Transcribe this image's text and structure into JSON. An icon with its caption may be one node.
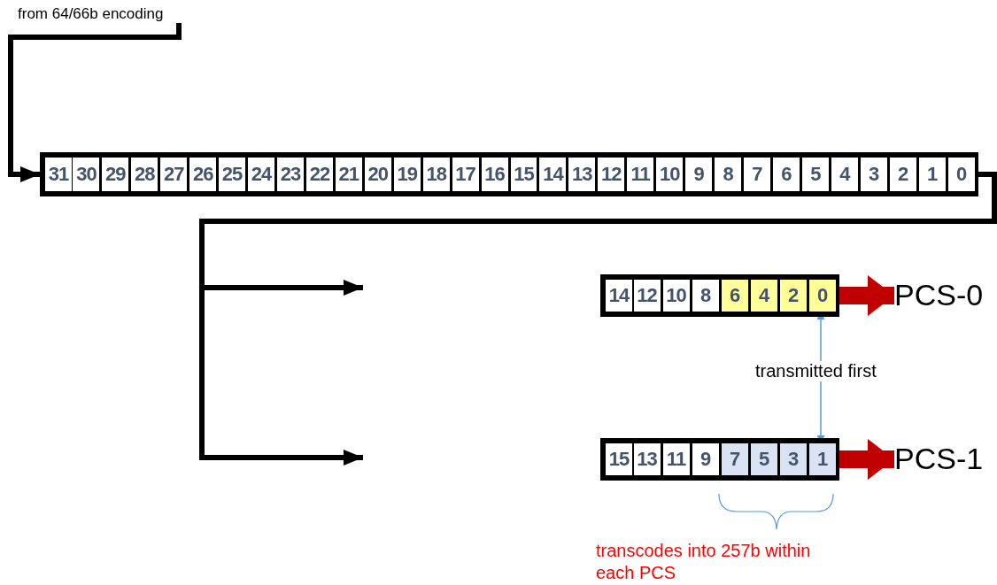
{
  "diagram": {
    "nodes": [
      {
        "text": [
          "from 64/66b encoding"
        ]
      },
      {
        "text": [],
        "shape": "bar"
      },
      {
        "text": [
          "31"
        ],
        "in": 1
      },
      {
        "text": [
          "30"
        ],
        "in": 1
      },
      {
        "text": [
          "29"
        ],
        "in": 1
      },
      {
        "text": [
          "28"
        ],
        "in": 1
      },
      {
        "text": [
          "27"
        ],
        "in": 1
      },
      {
        "text": [
          "26"
        ],
        "in": 1
      },
      {
        "text": [
          "25"
        ],
        "in": 1
      },
      {
        "text": [
          "24"
        ],
        "in": 1
      },
      {
        "text": [
          "23"
        ],
        "in": 1
      },
      {
        "text": [
          "22"
        ],
        "in": 1
      },
      {
        "text": [
          "21"
        ],
        "in": 1
      },
      {
        "text": [
          "20"
        ],
        "in": 1
      },
      {
        "text": [
          "19"
        ],
        "in": 1
      },
      {
        "text": [
          "18"
        ],
        "in": 1
      },
      {
        "text": [
          "17"
        ],
        "in": 1
      },
      {
        "text": [
          "16"
        ],
        "in": 1
      },
      {
        "text": [
          "15"
        ],
        "in": 1
      },
      {
        "text": [
          "14"
        ],
        "in": 1
      },
      {
        "text": [
          "13"
        ],
        "in": 1
      },
      {
        "text": [
          "12"
        ],
        "in": 1
      },
      {
        "text": [
          "11"
        ],
        "in": 1
      },
      {
        "text": [
          "10"
        ],
        "in": 1
      },
      {
        "text": [
          "9"
        ],
        "in": 1
      },
      {
        "text": [
          "8"
        ],
        "in": 1
      },
      {
        "text": [
          "7"
        ],
        "in": 1
      },
      {
        "text": [
          "6"
        ],
        "in": 1
      },
      {
        "text": [
          "5"
        ],
        "in": 1
      },
      {
        "text": [
          "4"
        ],
        "in": 1
      },
      {
        "text": [
          "3"
        ],
        "in": 1
      },
      {
        "text": [
          "2"
        ],
        "in": 1
      },
      {
        "text": [
          "1"
        ],
        "in": 1
      },
      {
        "text": [
          "0"
        ],
        "in": 1
      },
      {
        "text": [],
        "shape": "bar"
      },
      {
        "text": [
          "14"
        ],
        "in": 34
      },
      {
        "text": [
          "12"
        ],
        "in": 34
      },
      {
        "text": [
          "10"
        ],
        "in": 34
      },
      {
        "text": [
          "8"
        ],
        "in": 34
      },
      {
        "text": [
          "6"
        ],
        "in": 34
      },
      {
        "text": [
          "4"
        ],
        "in": 34
      },
      {
        "text": [
          "2"
        ],
        "in": 34
      },
      {
        "text": [
          "0"
        ],
        "in": 34
      },
      {
        "text": [
          "PCS-0"
        ]
      },
      {
        "text": [
          "transmitted first"
        ]
      },
      {
        "text": [],
        "shape": "bar"
      },
      {
        "text": [
          "15"
        ],
        "in": 45
      },
      {
        "text": [
          "13"
        ],
        "in": 45
      },
      {
        "text": [
          "11"
        ],
        "in": 45
      },
      {
        "text": [
          "9"
        ],
        "in": 45
      },
      {
        "text": [
          "7"
        ],
        "in": 45
      },
      {
        "text": [
          "5"
        ],
        "in": 45
      },
      {
        "text": [
          "3"
        ],
        "in": 45
      },
      {
        "text": [
          "1"
        ],
        "in": 45
      },
      {
        "text": [
          "PCS-1"
        ]
      }
    ],
    "edges": [
      {
        "from": 0,
        "to": 1,
        "arrow": "to"
      },
      {
        "from": 1,
        "to": null,
        "arrow": "to"
      },
      {
        "from": 1,
        "to": null,
        "arrow": "to"
      },
      {
        "from": 34,
        "to": 43,
        "arrow": "to",
        "style": "thick",
        "color": "#c00000"
      },
      {
        "from": 44,
        "to": 42,
        "arrow": "to",
        "color": "#5b9bd5"
      },
      {
        "from": 44,
        "to": 53,
        "arrow": "to",
        "color": "#5b9bd5"
      },
      {
        "from": 45,
        "to": 54,
        "arrow": "to",
        "style": "thick",
        "color": "#c00000"
      }
    ],
    "labels": [
      "transcodes into 257b within each PCS"
    ]
  }
}
